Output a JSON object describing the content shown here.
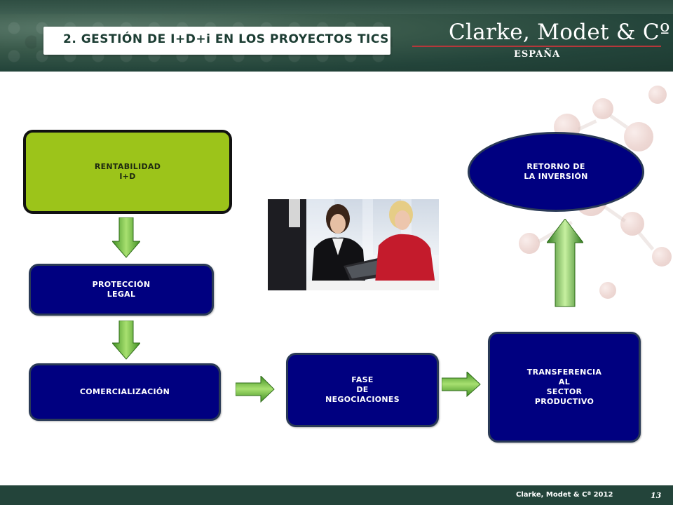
{
  "header": {
    "title": "2. GESTIÓN DE I+D+i EN LOS PROYECTOS TICS",
    "logo_main": "Clarke, Modet & Cº",
    "logo_sub": "ESPAÑA"
  },
  "flow": {
    "rentabilidad": [
      "RENTABILIDAD",
      "I+D"
    ],
    "proteccion": [
      "PROTECCIÓN",
      "LEGAL"
    ],
    "comercializacion": [
      "COMERCIALIZACIÓN"
    ],
    "fase": [
      "FASE",
      "DE",
      "NEGOCIACIONES"
    ],
    "transferencia": [
      "TRANSFERENCIA",
      "AL",
      "SECTOR",
      "PRODUCTIVO"
    ],
    "retorno": [
      "RETORNO DE",
      "LA INVERSIÓN"
    ]
  },
  "colors": {
    "header_bg": "#23443a",
    "green_box": "#9cc41a",
    "navy_box": "#000080",
    "arrow_green": "#6fbf3a"
  },
  "footer": {
    "copyright": "Clarke, Modet & Cª 2012",
    "page_number": "13"
  }
}
